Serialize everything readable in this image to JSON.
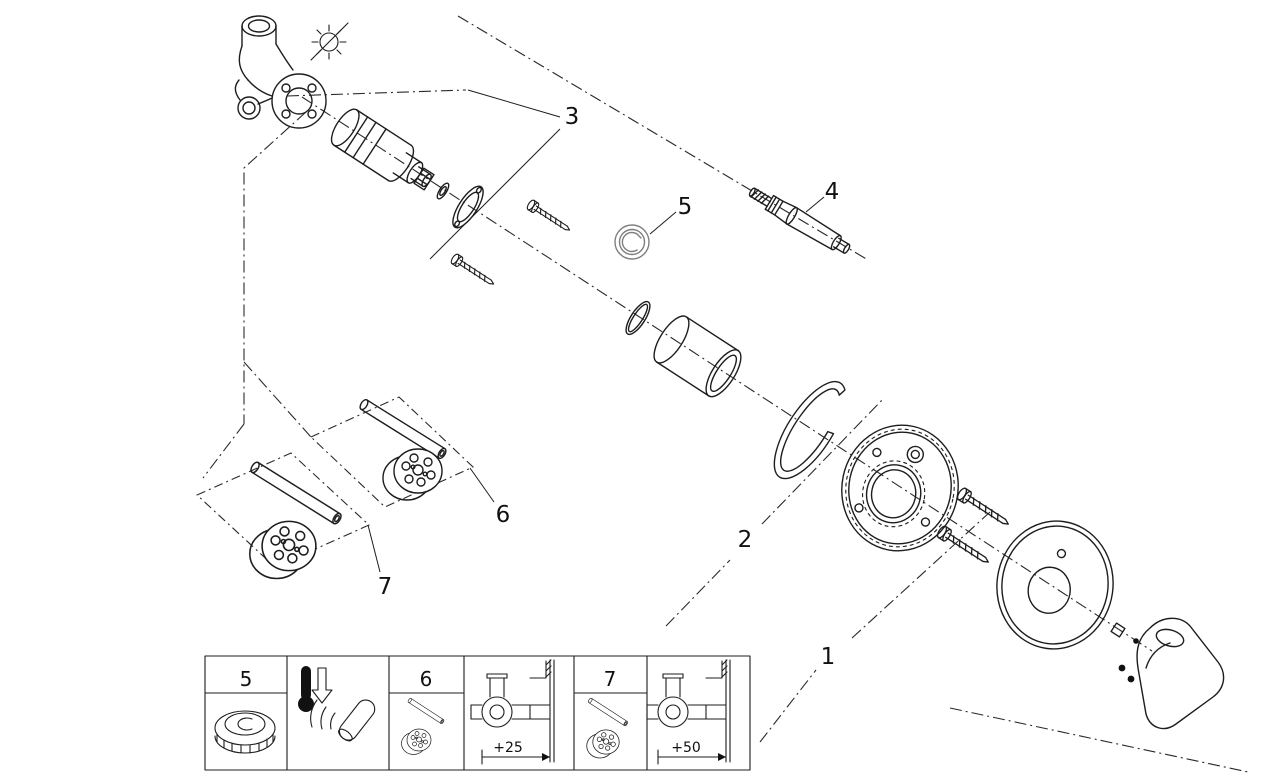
{
  "diagram": {
    "kind": "exploded-view-parts-drawing",
    "callouts": {
      "c1": "1",
      "c2": "2",
      "c3": "3",
      "c4": "4",
      "c5": "5",
      "c6": "6",
      "c7": "7"
    }
  },
  "legend": {
    "cells": {
      "cap_label": "5",
      "ext6_label": "6",
      "ext7_label": "7",
      "dim_25": "+25",
      "dim_50": "+50"
    },
    "icons": {
      "thermometer": "thermometer-limit-icon",
      "arrow_down": "arrow-down-icon",
      "handle_swing": "handle-swing-icon",
      "cap": "temperature-limiter-cap-icon",
      "wall_corner": "finished-wall-corner-icon",
      "extension_rod": "extension-rod-icon",
      "extension_adapter": "extension-adapter-icon"
    }
  },
  "colors": {
    "line": "#1d1d1d",
    "accent_gray": "#7e7e7e",
    "background": "#ffffff"
  }
}
